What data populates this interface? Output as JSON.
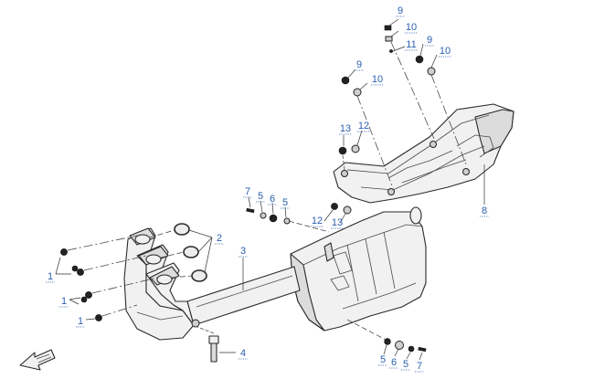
{
  "callouts": [
    {
      "id": "c1a",
      "label": "1"
    },
    {
      "id": "c1b",
      "label": "1"
    },
    {
      "id": "c1c",
      "label": "1"
    },
    {
      "id": "c2",
      "label": "2"
    },
    {
      "id": "c3",
      "label": "3"
    },
    {
      "id": "c4",
      "label": "4"
    },
    {
      "id": "c5a",
      "label": "5"
    },
    {
      "id": "c5b",
      "label": "5"
    },
    {
      "id": "c5c",
      "label": "5"
    },
    {
      "id": "c5d",
      "label": "5"
    },
    {
      "id": "c6a",
      "label": "6"
    },
    {
      "id": "c6b",
      "label": "6"
    },
    {
      "id": "c7a",
      "label": "7"
    },
    {
      "id": "c7b",
      "label": "7"
    },
    {
      "id": "c8",
      "label": "8"
    },
    {
      "id": "c9a",
      "label": "9"
    },
    {
      "id": "c9b",
      "label": "9"
    },
    {
      "id": "c9c",
      "label": "9"
    },
    {
      "id": "c10a",
      "label": "10"
    },
    {
      "id": "c10b",
      "label": "10"
    },
    {
      "id": "c10c",
      "label": "10"
    },
    {
      "id": "c11",
      "label": "11"
    },
    {
      "id": "c12a",
      "label": "12"
    },
    {
      "id": "c12b",
      "label": "12"
    },
    {
      "id": "c13a",
      "label": "13"
    },
    {
      "id": "c13b",
      "label": "13"
    }
  ],
  "parts": {
    "exhaust_manifold": "exhaust-manifold",
    "muffler": "muffler",
    "heat_shield": "heat-shield",
    "gaskets": "manifold-gaskets",
    "o2_sensor": "oxygen-sensor"
  },
  "colors": {
    "callout": "#2b5fae",
    "line": "#2a2a2a",
    "fill": "#f1f1f1"
  },
  "icons": {
    "direction": "front-direction-arrow-icon"
  }
}
